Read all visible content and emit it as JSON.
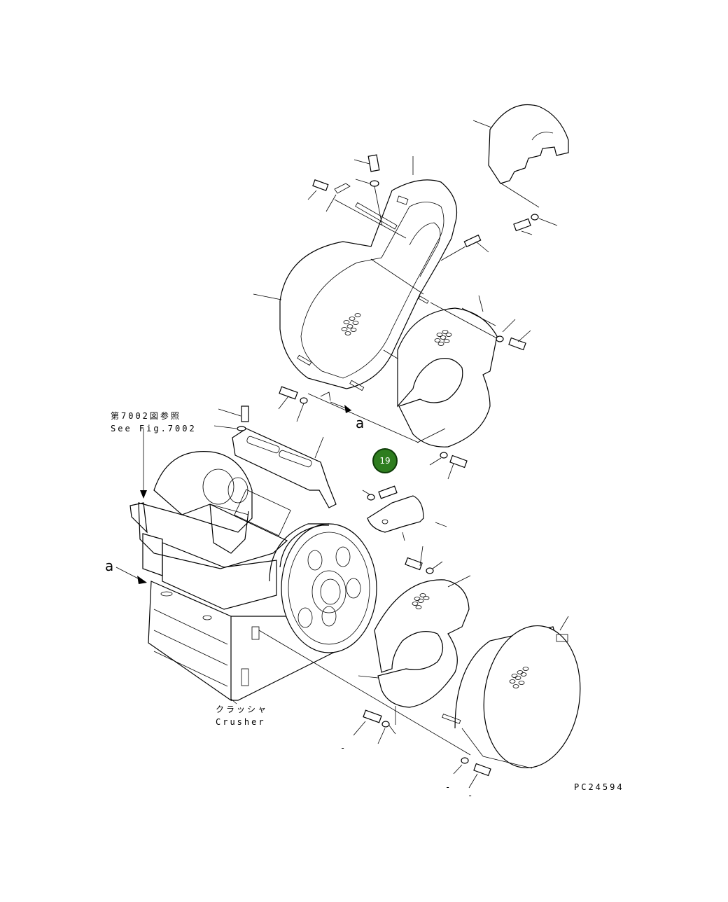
{
  "labels": {
    "ref_jp": "第7002図参照",
    "ref_en": "See Fig.7002",
    "crusher_jp": "クラッシャ",
    "crusher_en": "Crusher",
    "arrow_a_1": "a",
    "arrow_a_2": "a",
    "drawing_number": "PC24594",
    "dash_1": "-",
    "dash_2": "-",
    "dash_3": "-"
  },
  "callouts": [
    {
      "number": "19",
      "color": "#2e7d1f"
    }
  ]
}
